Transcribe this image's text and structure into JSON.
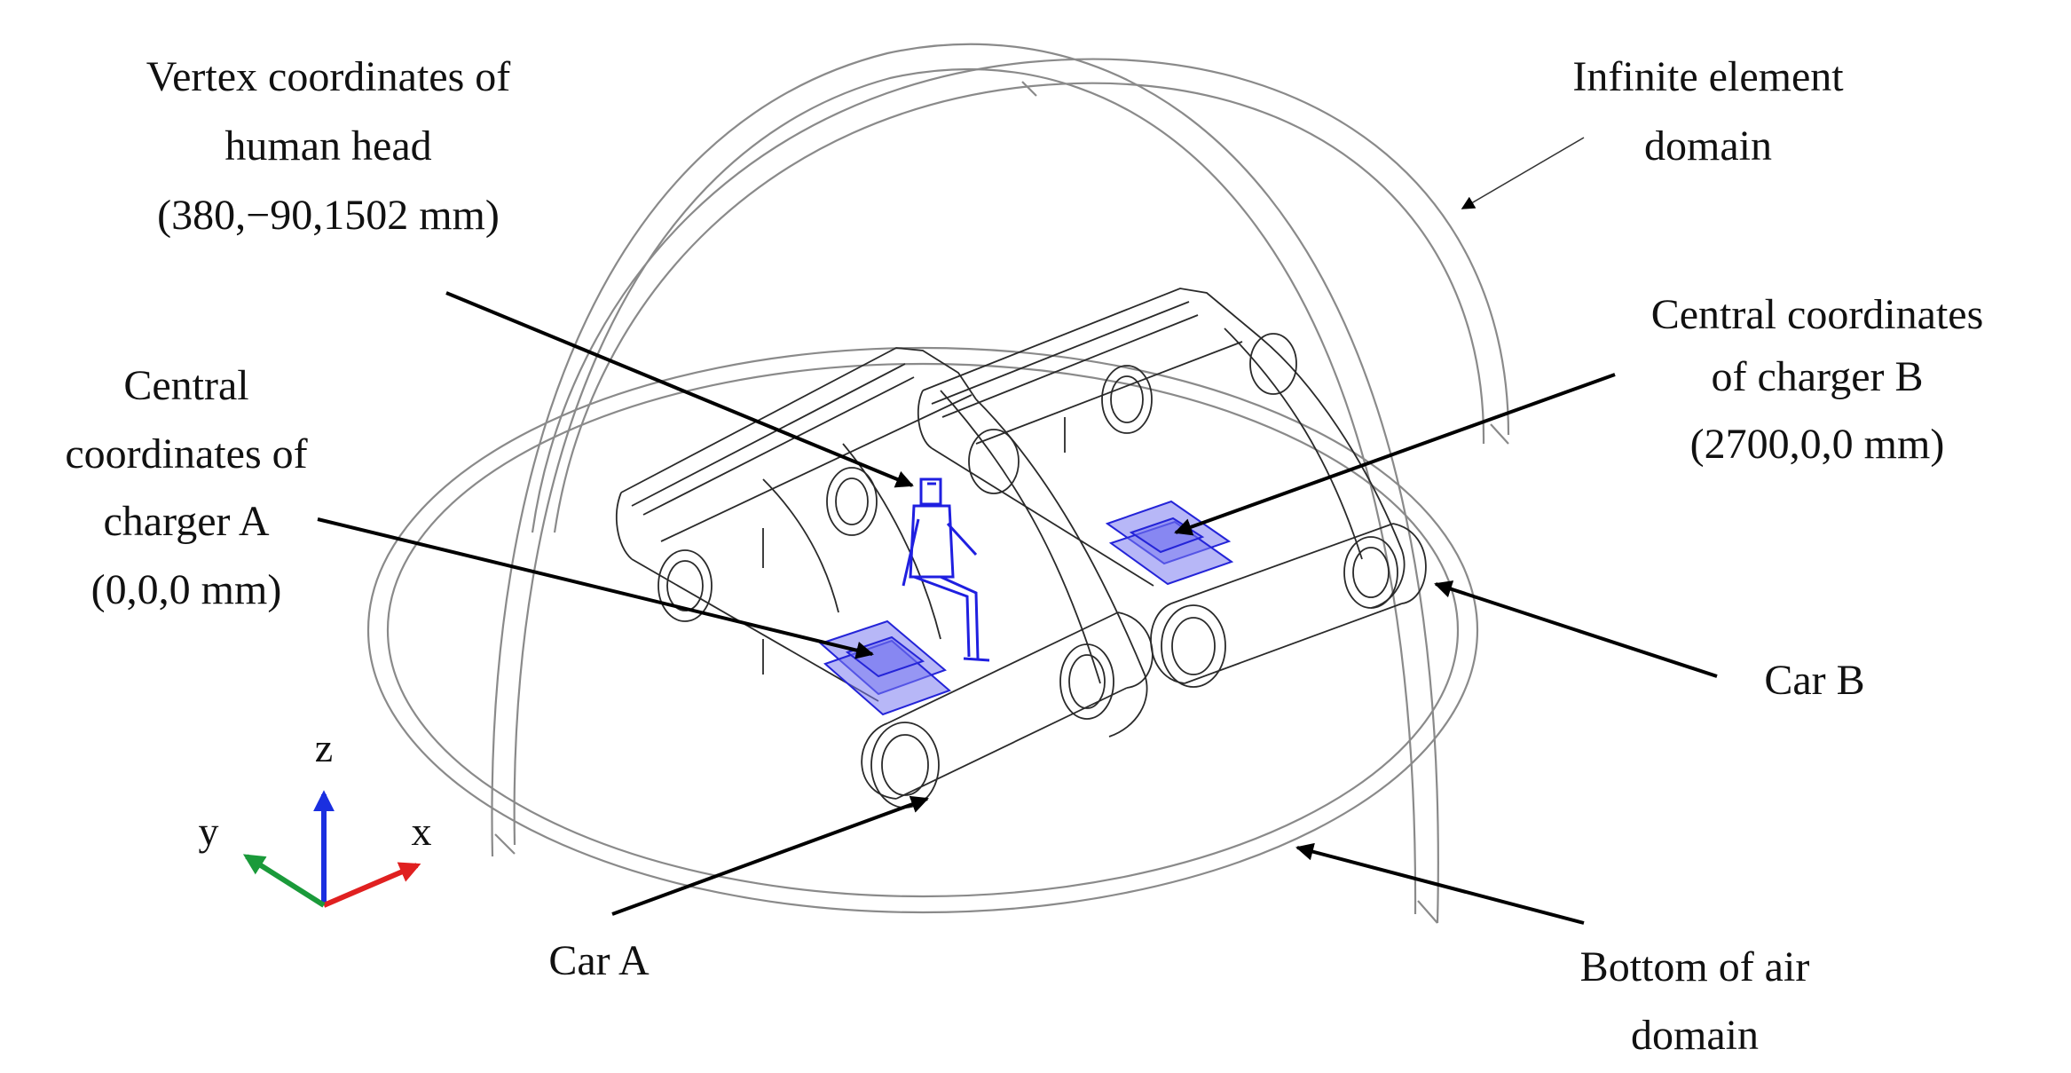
{
  "labels": {
    "vertex": [
      "Vertex coordinates of",
      "human head",
      "(380,−90,1502 mm)"
    ],
    "infinite": [
      "Infinite element",
      "domain"
    ],
    "charger_b": [
      "Central coordinates",
      "of charger B",
      "(2700,0,0 mm)"
    ],
    "charger_a": [
      "Central",
      "coordinates of",
      "charger A",
      "(0,0,0 mm)"
    ],
    "car_b": "Car B",
    "car_a": "Car A",
    "bottom": [
      "Bottom of air",
      "domain"
    ]
  },
  "axes": {
    "x": "x",
    "y": "y",
    "z": "z",
    "colors": {
      "x": "#e02020",
      "y": "#1a9a3a",
      "z": "#1a2fe0"
    }
  },
  "colors": {
    "charger_fill": "#7b7bf0",
    "charger_stroke": "#2424d8",
    "human": "#1f1fe0",
    "domain_outline": "#8a8a8a"
  }
}
